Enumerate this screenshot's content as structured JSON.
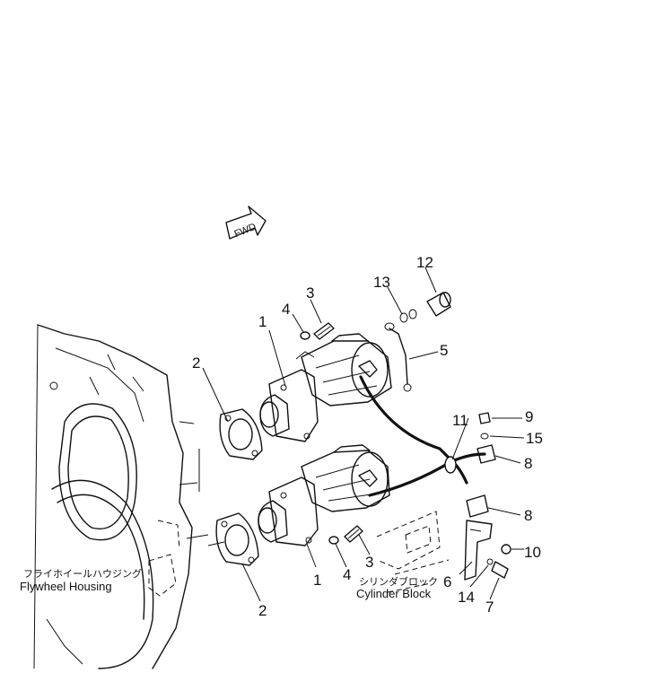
{
  "fwd_label": "FWD",
  "callouts": {
    "c1_upper": "1",
    "c1_lower": "1",
    "c2_upper": "2",
    "c2_lower": "2",
    "c3_upper": "3",
    "c3_lower": "3",
    "c4_upper": "4",
    "c4_lower": "4",
    "c5": "5",
    "c6": "6",
    "c7": "7",
    "c8_upper": "8",
    "c8_lower": "8",
    "c9": "9",
    "c10": "10",
    "c11": "11",
    "c12": "12",
    "c13": "13",
    "c14": "14",
    "c15": "15"
  },
  "labels": {
    "flywheel_jp": "フライホイールハウジング",
    "flywheel_en": "Flywheel  Housing",
    "cylinder_jp": "シリンダブロック",
    "cylinder_en": "Cylinder  Block"
  }
}
